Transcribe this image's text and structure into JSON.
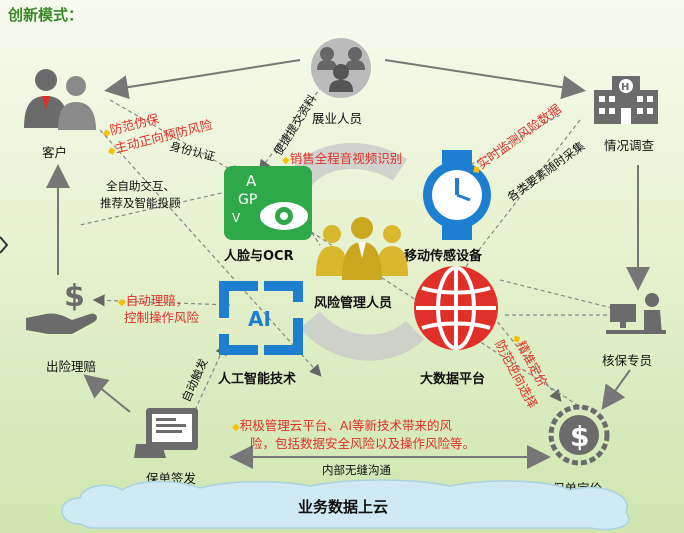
{
  "title": "创新模式：",
  "nodes": {
    "customer": "客户",
    "agent": "展业人员",
    "survey": "情况调查",
    "claims": "出险理赔",
    "underwriter": "核保专员",
    "issuance": "保单签发",
    "pricing": "保单定价",
    "face_ocr": "人脸与OCR",
    "mobile": "移动传感设备",
    "risk_mgr": "风险管理人员",
    "ai": "人工智能技术",
    "bigdata": "大数据平台",
    "cloud": "业务数据上云",
    "ai_badge": "AI",
    "agp_a": "A",
    "agp_gp": "GP",
    "agp_v": "V"
  },
  "annotations": {
    "anti_fraud": "防范伪保",
    "identity": "身份认证",
    "proactive": "主动正向预防风险",
    "self_service": "全自助交互、",
    "recommend": "推荐及智能投顾",
    "convenient": "便捷提交资料",
    "sales_video": "销售全程音视频识别",
    "realtime": "实时监测风险数据",
    "collect": "各类要素随时采集",
    "auto_claim": "自动理赔，",
    "control_op": "控制操作风险",
    "auto_trigger": "自动触发",
    "precise": "精准定价",
    "adverse": "防范逆向选择",
    "cloud_ai_1": "积极管理云平台、AI等新技术带来的风",
    "cloud_ai_2": "险，包括数据安全风险以及操作风险等。",
    "internal": "内部无缝沟通"
  },
  "colors": {
    "title": "#3a8a2a",
    "red_text": "#e0302a",
    "icon_gray": "#6b6b6b",
    "green": "#2fa84a",
    "blue": "#1e7fd0",
    "red": "#e0302a",
    "gold": "#d9b830",
    "cloud": "#cfeaf2"
  }
}
